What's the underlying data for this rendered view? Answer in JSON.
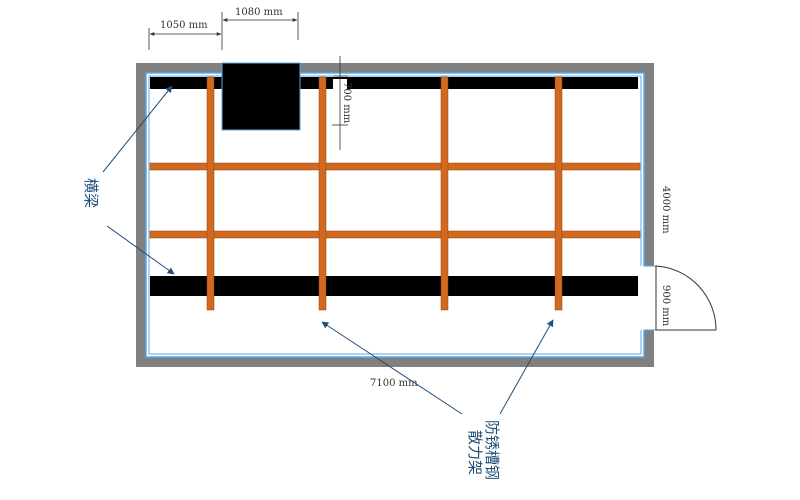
{
  "dimensions": {
    "d1": "1050 mm",
    "d2": "1080 mm",
    "d3": "700 mm",
    "d4": "4000 mm",
    "d5": "900 mm",
    "d6": "7100 mm"
  },
  "labels": {
    "crossbeam": "横梁",
    "frame_line1": "防锈槽钢",
    "frame_line2": "散力架"
  },
  "colors": {
    "wall": "#808080",
    "beam": "#000000",
    "channel": "#d2691e",
    "arrow": "#1f4e79",
    "inner": "#5aa9e6"
  }
}
